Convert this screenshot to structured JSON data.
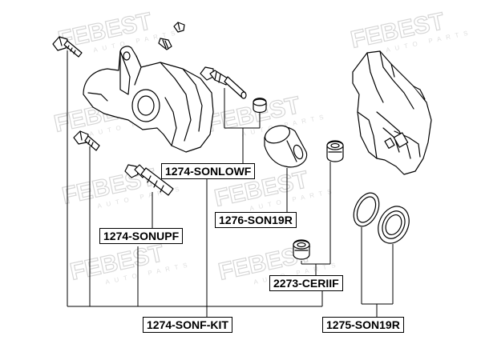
{
  "watermark": {
    "brand": "FEBEST",
    "subtext": "AUTO PARTS"
  },
  "labels": {
    "sonlowf": "1274-SONLOWF",
    "son19r_bushing": "1276-SON19R",
    "sonupf": "1274-SONUPF",
    "ceriif": "2273-CERIIF",
    "sonf_kit": "1274-SONF-KIT",
    "son19r_seal": "1275-SON19R"
  },
  "colors": {
    "line": "#000000",
    "watermark": "#d9d9d9",
    "background": "#ffffff"
  }
}
